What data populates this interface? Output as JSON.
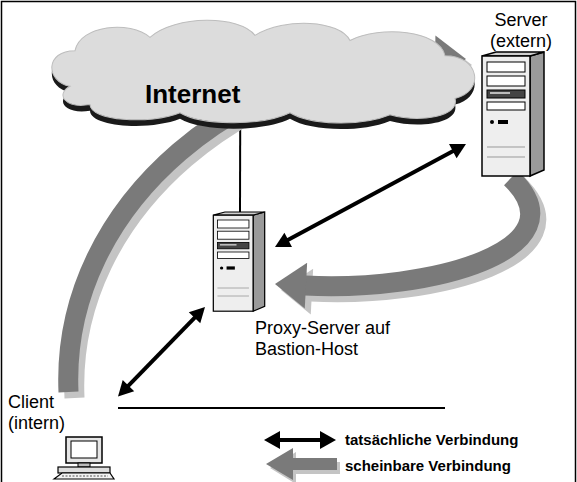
{
  "diagram": {
    "nodes": [
      {
        "text": [
          "Internet"
        ]
      },
      {
        "text": [
          "Server (extern)"
        ]
      },
      {
        "text": [
          "Proxy-Server auf Bastion-Host"
        ]
      },
      {
        "text": [
          "Client (intern)"
        ]
      }
    ],
    "edges": [
      {
        "from": 0,
        "to": 2,
        "arrow": "none"
      },
      {
        "from": 2,
        "to": 1,
        "arrow": "both"
      },
      {
        "from": 3,
        "to": 2,
        "arrow": "both"
      },
      {
        "from": 3,
        "to": 1,
        "arrow": "to"
      },
      {
        "from": 1,
        "to": 2,
        "arrow": "to"
      }
    ],
    "legend": [
      {
        "text": "tatsächliche Verbindung"
      },
      {
        "text": "scheinbare Verbindung"
      }
    ]
  }
}
